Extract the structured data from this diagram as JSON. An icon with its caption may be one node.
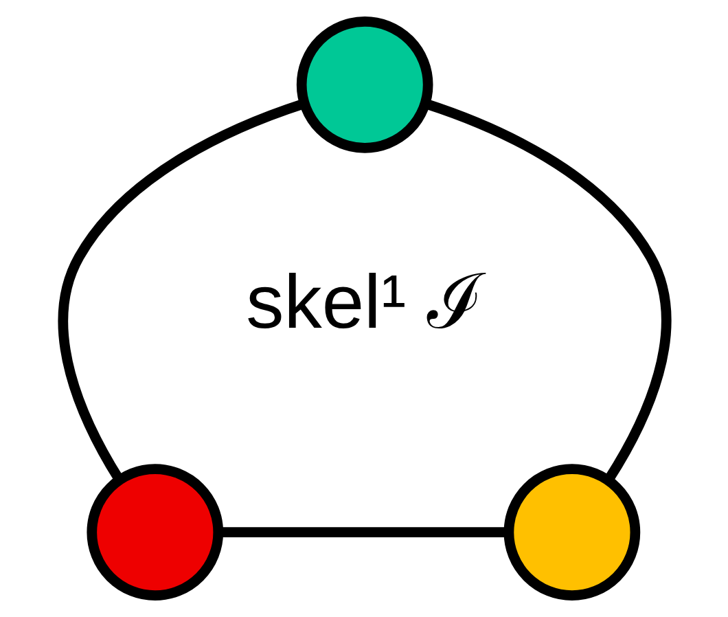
{
  "diagram": {
    "nodes": [
      {
        "text": [],
        "shape": "circle"
      },
      {
        "text": [],
        "shape": "circle"
      },
      {
        "text": [],
        "shape": "circle"
      }
    ],
    "edges": [
      {
        "from": 0,
        "to": 1,
        "arrow": "none"
      },
      {
        "from": 0,
        "to": 2,
        "arrow": "none"
      },
      {
        "from": 1,
        "to": 2,
        "arrow": "none"
      }
    ],
    "labels": [
      "skel¹ ℐ"
    ]
  }
}
